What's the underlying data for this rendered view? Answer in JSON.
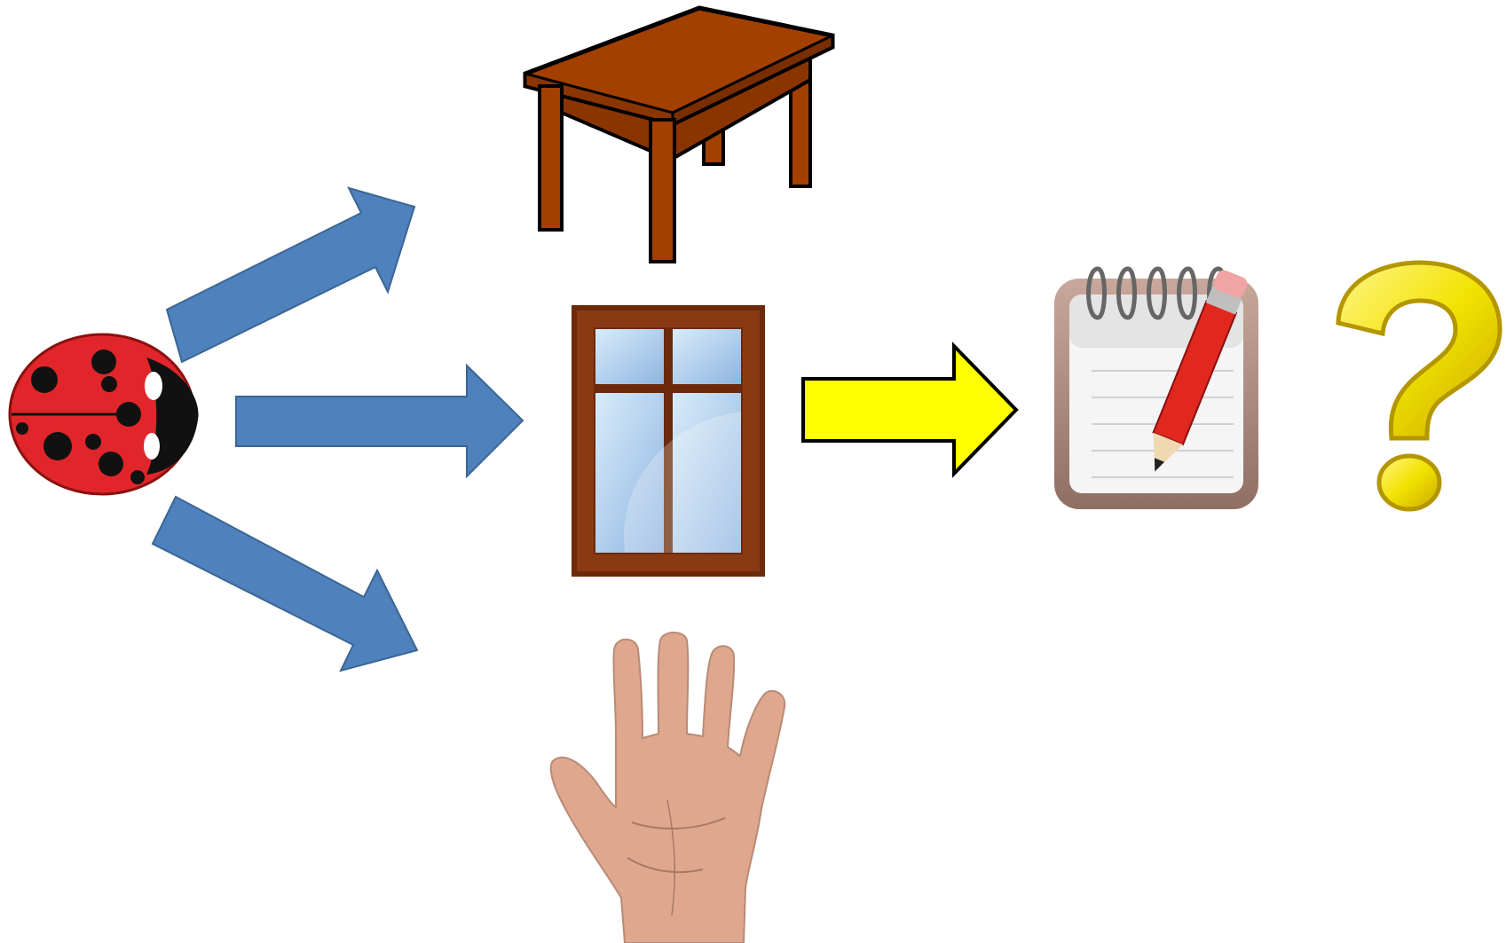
{
  "diagram": {
    "nodes": [
      {
        "id": "ladybug",
        "icon": "ladybug-icon"
      },
      {
        "id": "table",
        "icon": "table-icon"
      },
      {
        "id": "window",
        "icon": "window-icon"
      },
      {
        "id": "hand",
        "icon": "hand-icon"
      },
      {
        "id": "notepad",
        "icon": "notepad-pencil-icon"
      },
      {
        "id": "question",
        "icon": "question-mark-icon"
      }
    ],
    "edges": [
      {
        "from": "ladybug",
        "to": "table",
        "color": "#4f81bd"
      },
      {
        "from": "ladybug",
        "to": "window",
        "color": "#4f81bd"
      },
      {
        "from": "ladybug",
        "to": "hand",
        "color": "#4f81bd"
      },
      {
        "from": "window",
        "to": "notepad",
        "color": "#ffff00"
      }
    ]
  },
  "colors": {
    "blue_arrow": "#4f81bd",
    "blue_arrow_stroke": "#3a6694",
    "yellow_arrow": "#ffff00",
    "ladybug_red": "#e0262b",
    "wood_brown": "#a34000",
    "window_frame": "#6b2a0b",
    "glass": "#bcd9f2",
    "skin": "#dfa78d",
    "question_yellow": "#f2e200"
  }
}
